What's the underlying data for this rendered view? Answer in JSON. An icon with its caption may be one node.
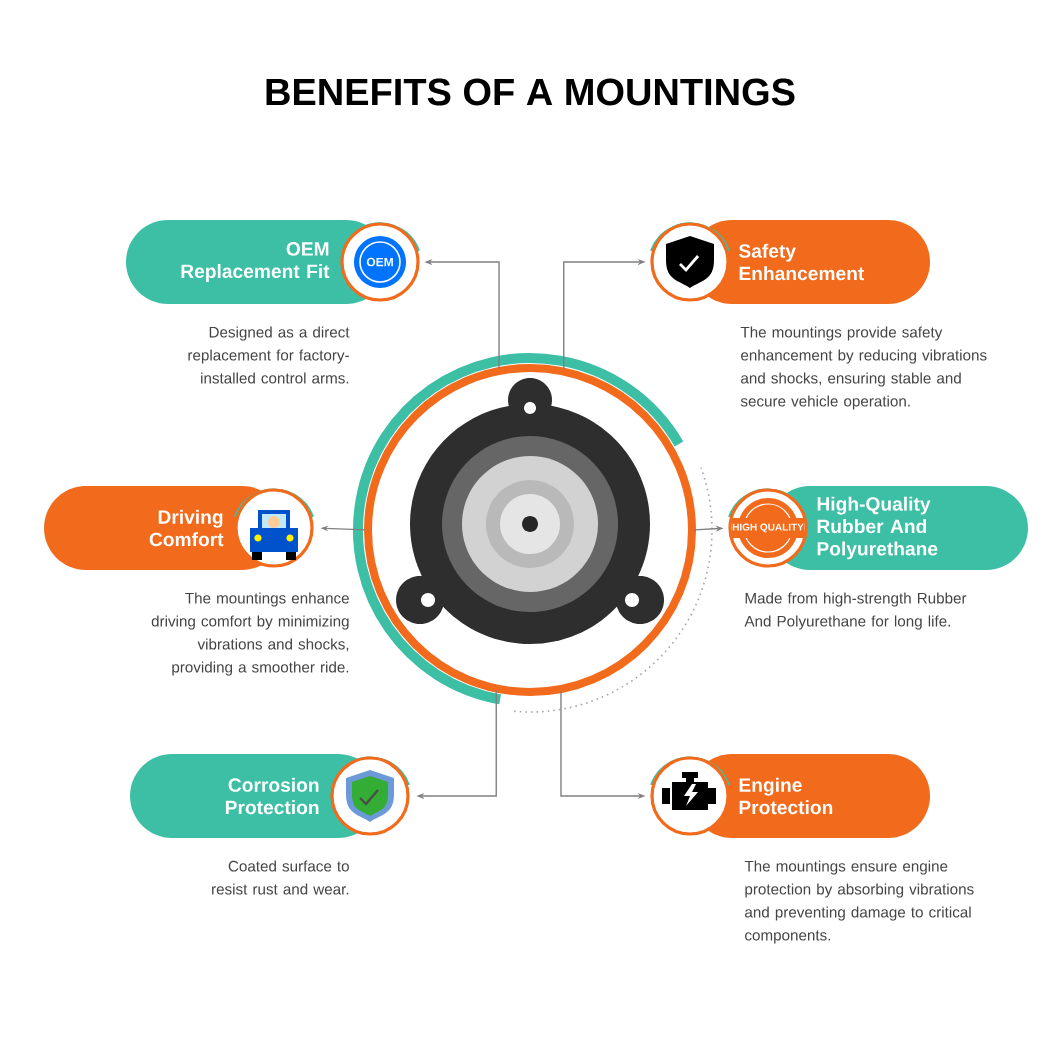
{
  "diagram": {
    "title": "BENEFITS OF A MOUNTINGS",
    "nodes": [
      {
        "text": [],
        "shape": "picture"
      },
      {
        "text": [
          "OEM Replacement Fit"
        ],
        "beside": [
          "Designed as a direct replacement for factory-installed control arms."
        ]
      },
      {
        "text": [
          "Safety Enhancement"
        ],
        "beside": [
          "The mountings provide safety enhancement by reducing vibrations and shocks, ensuring stable and secure vehicle operation."
        ]
      },
      {
        "text": [
          "Driving Comfort"
        ],
        "beside": [
          "The mountings enhance driving comfort by minimizing vibrations and shocks, providing a smoother ride."
        ]
      },
      {
        "text": [
          "High-Quality Rubber And Polyurethane"
        ],
        "beside": [
          "Made from high-strength Rubber And Polyurethane for long life."
        ]
      },
      {
        "text": [
          "Corrosion Protection"
        ],
        "beside": [
          "Coated surface to resist rust and wear."
        ]
      },
      {
        "text": [
          "Engine Protection"
        ],
        "beside": [
          "The mountings ensure engine protection by absorbing vibrations and preventing damage to critical components."
        ]
      }
    ],
    "edges": [
      {
        "from": 0,
        "to": 1,
        "arrow": "to"
      },
      {
        "from": 0,
        "to": 2,
        "arrow": "to"
      },
      {
        "from": 0,
        "to": 3,
        "arrow": "to"
      },
      {
        "from": 0,
        "to": 4,
        "arrow": "to"
      },
      {
        "from": 0,
        "to": 5,
        "arrow": "to"
      },
      {
        "from": 0,
        "to": 6,
        "arrow": "to"
      }
    ],
    "labels": [
      "OEM",
      "HIGH QUALITY"
    ]
  }
}
